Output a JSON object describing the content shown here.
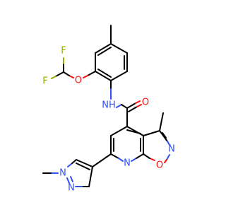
{
  "atom_labels": {
    "f_top": "F",
    "f_left": "F",
    "o_ether": "O",
    "nh_amide": "NH",
    "o_carbonyl": "O",
    "n_isoxazole": "N",
    "o_isoxazole": "O",
    "n_pyridine": "N",
    "n_pyrazole_1": "N",
    "n_pyrazole_2": "N"
  },
  "colors": {
    "carbon_bond": "#000000",
    "nitrogen": "#3050f8",
    "oxygen": "#ff0d0d",
    "fluorine": "#8ab000"
  }
}
